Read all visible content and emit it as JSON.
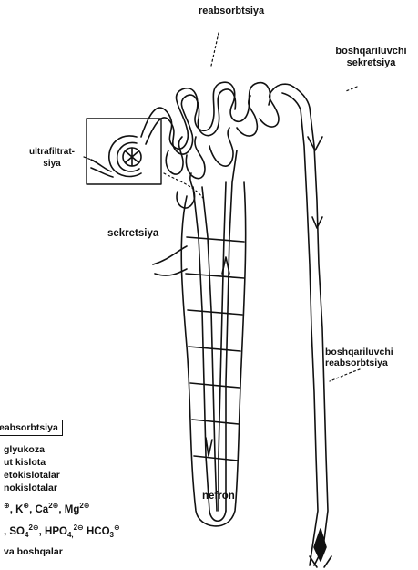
{
  "labels": {
    "reabsorbtsiya_top": "reabsorbtsiya",
    "boshqariluvchi_sekretsiya_1": "boshqariluvchi",
    "boshqariluvchi_sekretsiya_2": "sekretsiya",
    "ultrafiltratsiya_1": "ultrafiltrat-",
    "ultrafiltratsiya_2": "siya",
    "sekretsiya": "sekretsiya",
    "boshqariluvchi_reabsorbtsiya_1": "boshqariluvchi",
    "boshqariluvchi_reabsorbtsiya_2": "reabsorbtsiya",
    "nefron": "nefron"
  },
  "reabsorption_box": {
    "title": "eabsorbtsiya",
    "items": [
      "glyukoza",
      "ut kislota",
      "etokislotalar",
      "nokislotalar"
    ],
    "cations": {
      "k": "K",
      "ca": "Ca",
      "mg": "Mg",
      "charge_plus": "⊕",
      "charge_2plus": "2⊕"
    },
    "anions": {
      "so4": "SO",
      "so4_sub": "4",
      "so4_sup": "2⊖",
      "hpo4": "HPO",
      "hpo4_sub": "4,",
      "hpo4_sup": "2⊖",
      "hco3": "HCO",
      "hco3_sub": "3",
      "hco3_sup": "⊖"
    },
    "footer": "va boshqalar"
  },
  "colors": {
    "ink": "#111111",
    "background": "#ffffff"
  }
}
